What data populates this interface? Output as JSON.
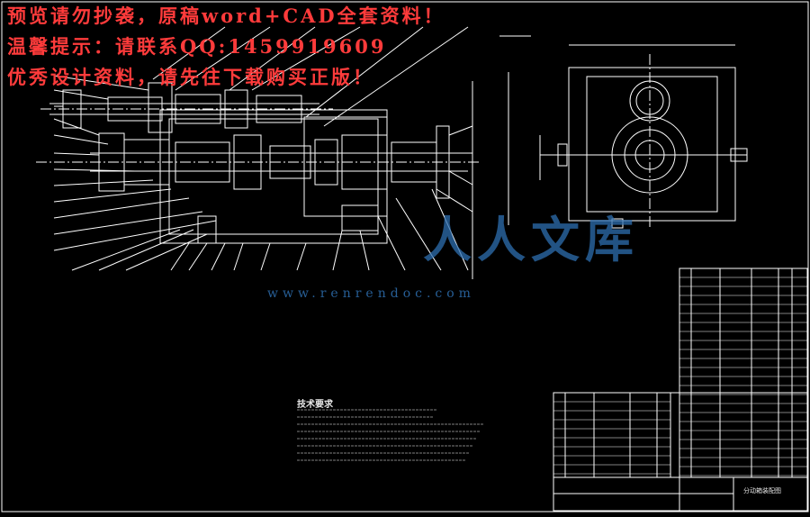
{
  "watermark": {
    "line1": "预览请勿抄袭，原稿word+CAD全套资料！",
    "line2": "温馨提示：请联系QQ:1459919609",
    "line3": "优秀设计资料，请先往下载购买正版！"
  },
  "brand": {
    "logo_text": "人人文库",
    "site": "www.renrendoc.com"
  },
  "notes": {
    "title": "技术要求"
  },
  "title_block": {
    "drawing_name": "分动箱装配图"
  },
  "colors": {
    "line": "#ffffff",
    "watermark": "#ff3b3b",
    "brand": "#2e6fb0",
    "background": "#000000"
  }
}
